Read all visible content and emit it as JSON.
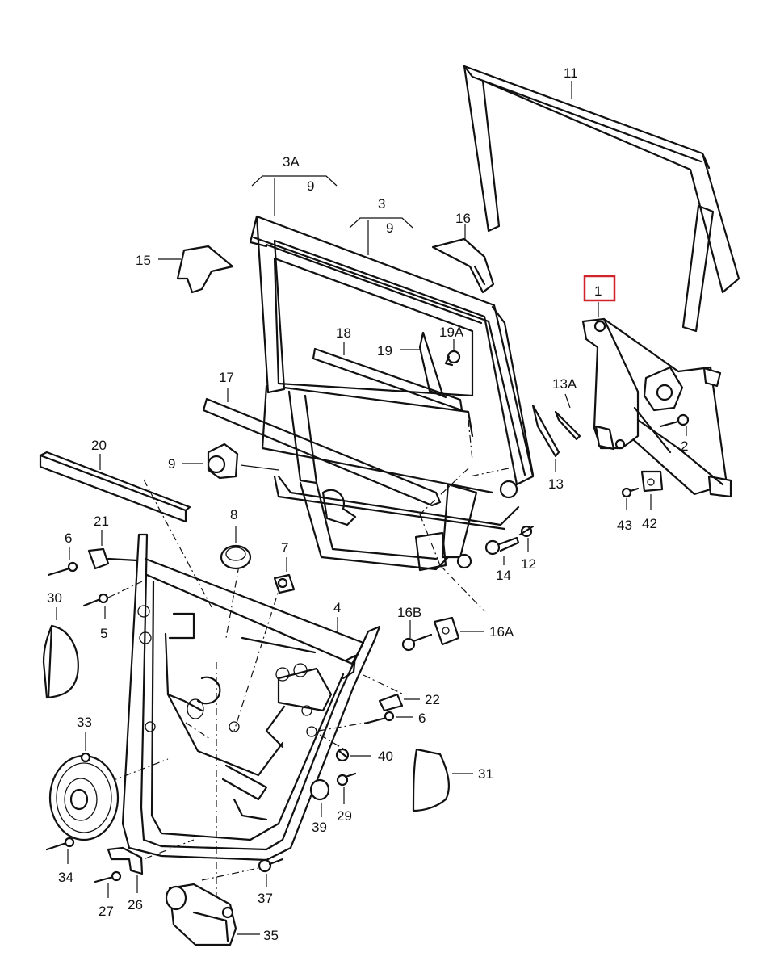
{
  "labels": {
    "p1": "1",
    "p2": "2",
    "p3": "3",
    "p3a": "3A",
    "p3_sub": "9",
    "p3a_sub": "9",
    "p4": "4",
    "p5": "5",
    "p6a": "6",
    "p6b": "6",
    "p7": "7",
    "p8": "8",
    "p9": "9",
    "p11": "11",
    "p12": "12",
    "p13": "13",
    "p13a": "13A",
    "p14": "14",
    "p15": "15",
    "p16": "16",
    "p16a": "16A",
    "p16b": "16B",
    "p17": "17",
    "p18": "18",
    "p19": "19",
    "p19a": "19A",
    "p20": "20",
    "p21": "21",
    "p22": "22",
    "p26": "26",
    "p27": "27",
    "p29": "29",
    "p30": "30",
    "p31": "31",
    "p33": "33",
    "p34": "34",
    "p35": "35",
    "p37": "37",
    "p39": "39",
    "p40": "40",
    "p42": "42",
    "p43": "43"
  },
  "highlight": {
    "part": "1",
    "color": "#d0232a"
  }
}
